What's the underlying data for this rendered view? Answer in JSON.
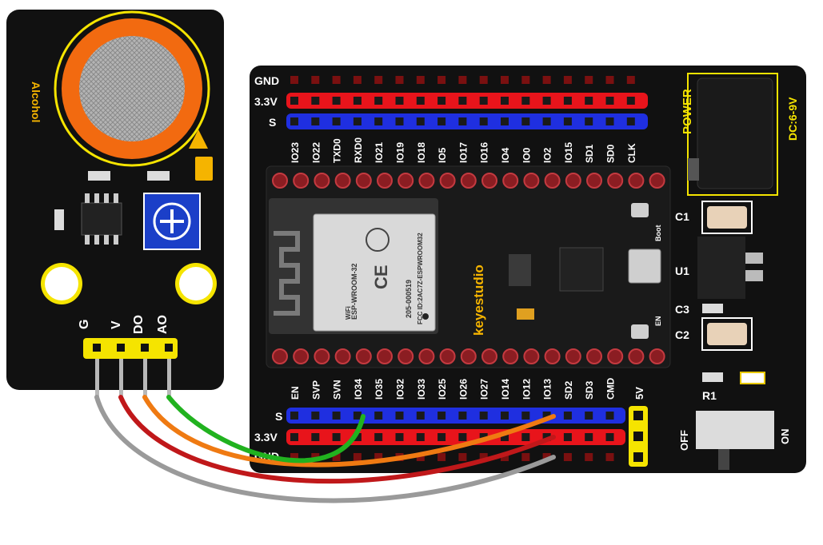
{
  "sensor": {
    "title": "Alcohol",
    "pins": [
      {
        "id": "G",
        "label": "G"
      },
      {
        "id": "V",
        "label": "V"
      },
      {
        "id": "DO",
        "label": "DO"
      },
      {
        "id": "AO",
        "label": "AO"
      }
    ]
  },
  "board": {
    "brand": "keyestudio",
    "module_text": [
      "ESP-WROOM-32",
      "205-000519",
      "FCC ID:2AC7Z-ESPWROOM32"
    ],
    "wifi_label": "WiFi",
    "boot_label": "Boot",
    "en_label": "EN",
    "top_rows": {
      "gnd": "GND",
      "v33": "3.3V",
      "s": "S"
    },
    "bottom_rows": {
      "s": "S",
      "v33": "3.3V",
      "gnd": "GND"
    },
    "top_pins": [
      "IO23",
      "IO22",
      "TXD0",
      "RXD0",
      "IO21",
      "IO19",
      "IO18",
      "IO5",
      "IO17",
      "IO16",
      "IO4",
      "IO0",
      "IO2",
      "IO15",
      "SD1",
      "SD0",
      "CLK"
    ],
    "bottom_pins": [
      "EN",
      "SVP",
      "SVN",
      "IO34",
      "IO35",
      "IO32",
      "IO33",
      "IO25",
      "IO26",
      "IO27",
      "IO14",
      "IO12",
      "IO13",
      "SD2",
      "SD3",
      "CMD"
    ],
    "five_v": "5V",
    "power": {
      "label": "POWER",
      "dc": "DC:6-9V"
    },
    "components": {
      "c1": "C1",
      "u1": "U1",
      "c3": "C3",
      "c2": "C2",
      "r1": "R1"
    },
    "switch": {
      "off": "OFF",
      "on": "ON"
    }
  },
  "colors": {
    "pcb": "#111111",
    "gnd_row": "#222222",
    "v33_row": "#e8141b",
    "s_row": "#1f2fe0",
    "header_yellow": "#f5e400",
    "sensor_orange": "#f26a10",
    "wire_green": "#21b21f",
    "wire_orange": "#ef7a12",
    "wire_red": "#c0181a",
    "wire_gray": "#9a9a9a"
  },
  "connections": [
    {
      "from": "AO",
      "to": "IO34",
      "row": "S",
      "color": "green"
    },
    {
      "from": "DO",
      "to": "IO13",
      "row": "S",
      "color": "orange"
    },
    {
      "from": "V",
      "to": "IO13",
      "row": "3.3V",
      "color": "red"
    },
    {
      "from": "G",
      "to": "IO13",
      "row": "GND",
      "color": "gray"
    }
  ]
}
